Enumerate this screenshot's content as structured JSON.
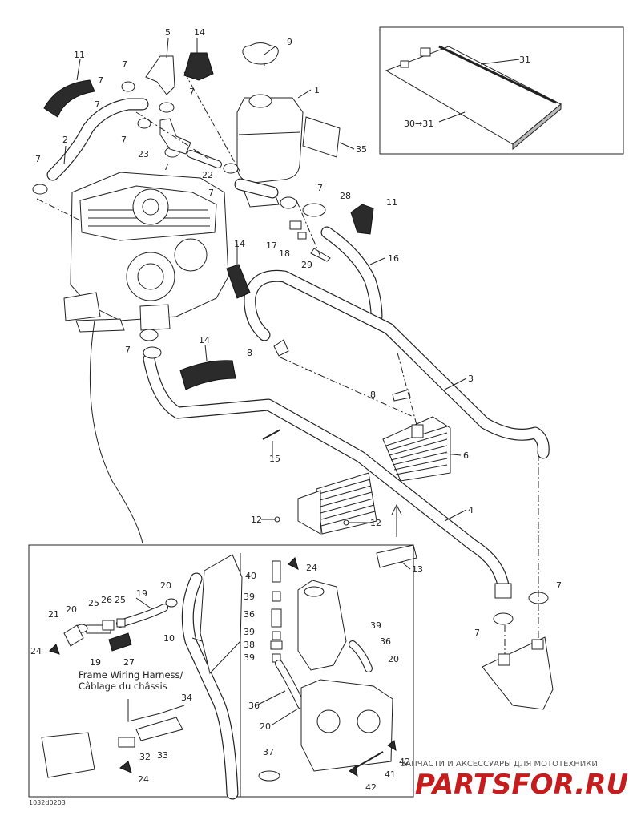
{
  "diagram": {
    "reference_code": "1032d0203",
    "inset_labels": {
      "harness_line1": "Frame Wiring Harness/",
      "harness_line2": "Câblage du châssis"
    },
    "watermark": {
      "tagline": "ЗАПЧАСТИ И АКСЕССУАРЫ ДЛЯ МОТОТЕХНИКИ",
      "logo": "PARTSFOR.RU"
    },
    "callouts": [
      "1",
      "2",
      "3",
      "4",
      "5",
      "6",
      "7",
      "7",
      "7",
      "7",
      "7",
      "7",
      "7",
      "7",
      "7",
      "7",
      "7",
      "7",
      "8",
      "8",
      "9",
      "10",
      "11",
      "11",
      "12",
      "12",
      "13",
      "14",
      "14",
      "14",
      "15",
      "16",
      "17",
      "18",
      "19",
      "19",
      "20",
      "20",
      "20",
      "20",
      "21",
      "22",
      "23",
      "24",
      "24",
      "24",
      "25",
      "25",
      "26",
      "27",
      "28",
      "29",
      "30→31",
      "31",
      "32",
      "33",
      "34",
      "35",
      "36",
      "36",
      "36",
      "37",
      "38",
      "39",
      "39",
      "39",
      "39",
      "40",
      "41",
      "42",
      "42"
    ]
  }
}
